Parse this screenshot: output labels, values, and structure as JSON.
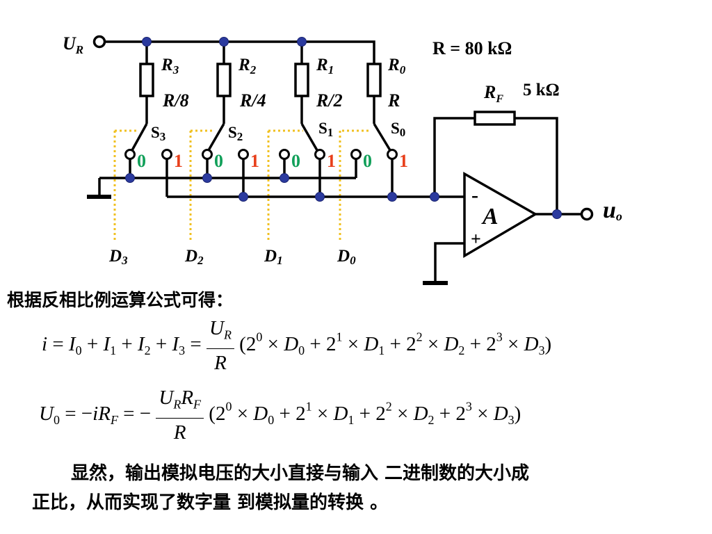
{
  "circuit": {
    "input_label": "U",
    "input_sub": "R",
    "resistors": [
      {
        "name": "R",
        "sub": "3",
        "value": "R/8",
        "switch": "S",
        "switch_sub": "3",
        "bit": "D",
        "bit_sub": "3"
      },
      {
        "name": "R",
        "sub": "2",
        "value": "R/4",
        "switch": "S",
        "switch_sub": "2",
        "bit": "D",
        "bit_sub": "2"
      },
      {
        "name": "R",
        "sub": "1",
        "value": "R/2",
        "switch": "S",
        "switch_sub": "1",
        "bit": "D",
        "bit_sub": "1"
      },
      {
        "name": "R",
        "sub": "0",
        "value": "R",
        "switch": "S",
        "switch_sub": "0",
        "bit": "D",
        "bit_sub": "0"
      }
    ],
    "contact_zero": "0",
    "contact_one": "1",
    "r_value": "R = 80 kΩ",
    "rf_name": "R",
    "rf_sub": "F",
    "rf_value": "5 kΩ",
    "opamp_label": "A",
    "opamp_minus": "-",
    "opamp_plus": "+",
    "output_label": "u",
    "output_sub": "o",
    "colors": {
      "node": "#2b3a9e",
      "zero": "#12a05a",
      "one": "#e8401c",
      "dotted": "#f0c020",
      "wire": "#000000"
    }
  },
  "text": {
    "intro": "根据反相比例运算公式可得：",
    "conclusion_line1": "显然，输出模拟电压的大小直接与输入 二进制数的大小成",
    "conclusion_line2": "正比，从而实现了数字量 到模拟量的转换 。"
  },
  "equations": {
    "eq1_lhs": "i = I",
    "eq1_frac_num": "U",
    "eq1_frac_num_sub": "R",
    "eq1_frac_den": "R",
    "eq2_lhs": "U",
    "eq2_frac_num": "U",
    "eq2_frac_den": "R"
  }
}
